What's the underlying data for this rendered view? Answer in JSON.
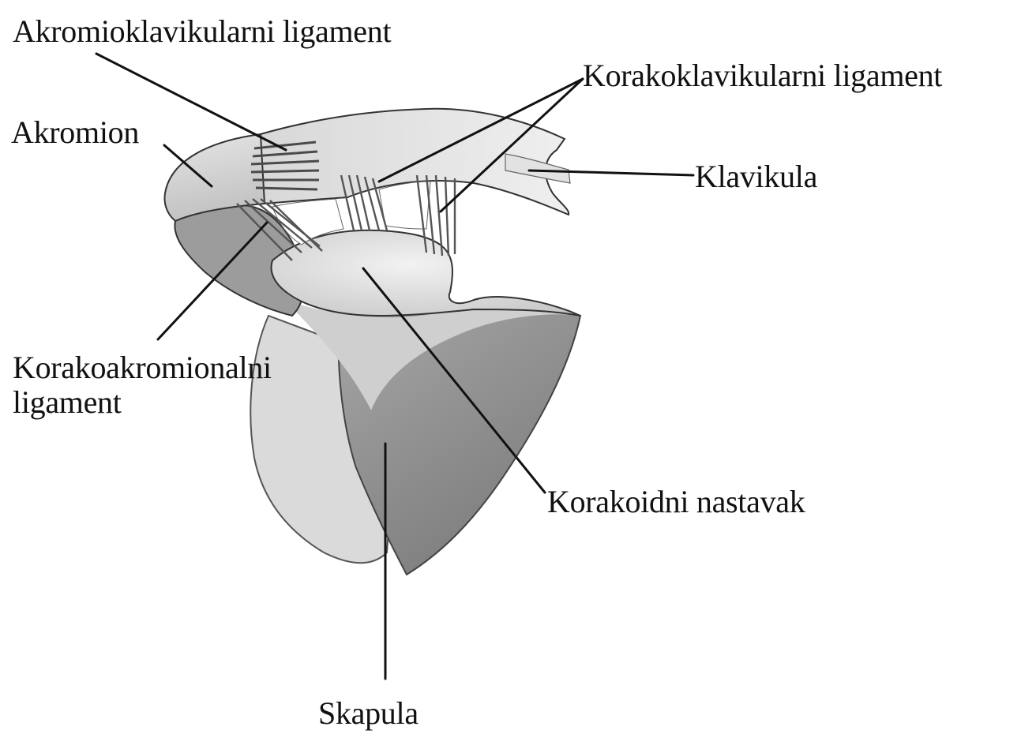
{
  "labels": {
    "acromioclavicular_ligament": "Akromioklavikularni ligament",
    "coracoclavicular_ligament": "Korakoklavikularni ligament",
    "acromion": "Akromion",
    "clavicle": "Klavikula",
    "coracoacromial_ligament_line1": "Korakoakromionalni",
    "coracoacromial_ligament_line2": "ligament",
    "coracoid_process": "Korakoidni nastavak",
    "scapula": "Skapula"
  },
  "colors": {
    "background": "#ffffff",
    "leader_line": "#111111",
    "bone_light": "#e6e6e6",
    "bone_mid": "#c4c4c4",
    "bone_dark": "#8e8e8e",
    "ligament": "#5a5a5a"
  }
}
